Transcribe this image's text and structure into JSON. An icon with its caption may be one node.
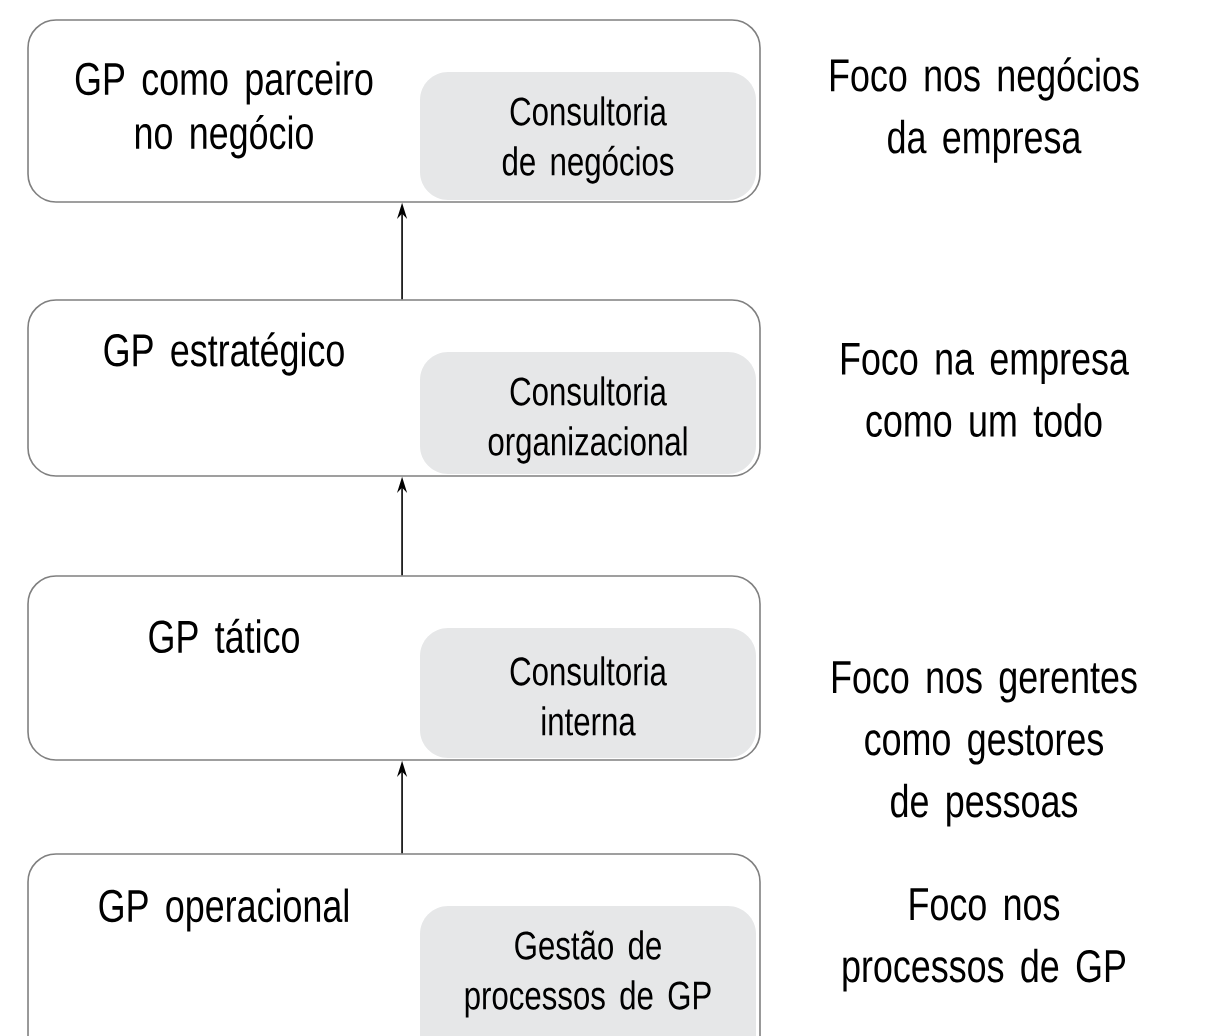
{
  "diagram": {
    "nodes": [
      {
        "text": [
          "GP como parceiro no negócio"
        ],
        "beside": [
          "Foco nos negócios da empresa"
        ]
      },
      {
        "text": [
          "Consultoria de negócios"
        ],
        "in": 0
      },
      {
        "text": [
          "GP estratégico"
        ],
        "beside": [
          "Foco na empresa como um todo"
        ]
      },
      {
        "text": [
          "Consultoria organizacional"
        ],
        "in": 2
      },
      {
        "text": [
          "GP tático"
        ],
        "beside": [
          "Foco nos gerentes como gestores de pessoas"
        ]
      },
      {
        "text": [
          "Consultoria interna"
        ],
        "in": 4
      },
      {
        "text": [
          "GP operacional"
        ],
        "beside": [
          "Foco nos processos de GP"
        ]
      },
      {
        "text": [
          "Gestão de processos de GP"
        ],
        "in": 6
      }
    ],
    "edges": [
      {
        "from": 2,
        "to": 0,
        "arrow": "to"
      },
      {
        "from": 4,
        "to": 2,
        "arrow": "to"
      },
      {
        "from": 6,
        "to": 4,
        "arrow": "to"
      }
    ]
  }
}
